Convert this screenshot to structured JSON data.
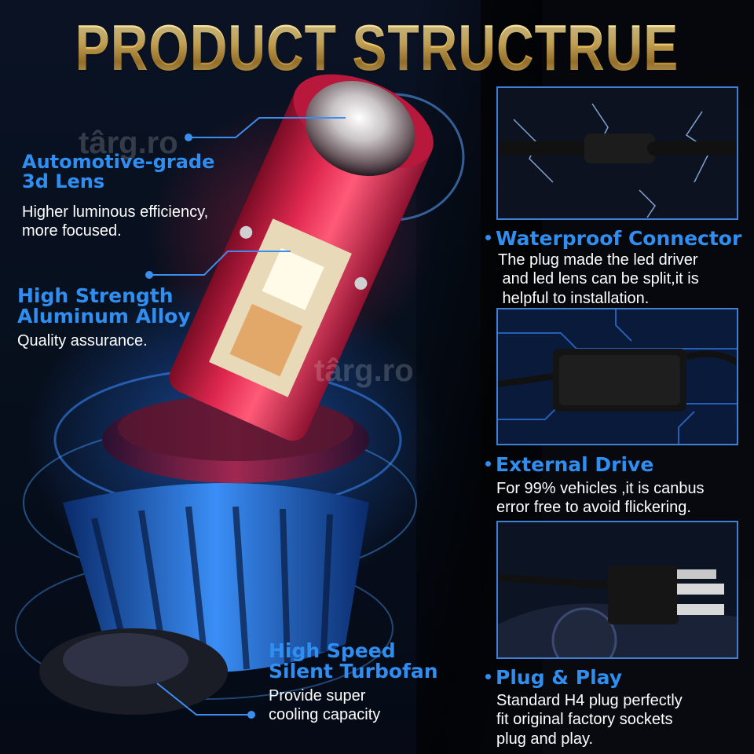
{
  "title": "PRODUCT STRUCTRUE",
  "watermark": "târg.ro",
  "features_left": [
    {
      "heading_line1": "Automotive-grade",
      "heading_line2": "3d Lens",
      "desc_line1": "Higher luminous efficiency,",
      "desc_line2": "more focused."
    },
    {
      "heading_line1": "High Strength",
      "heading_line2": "Aluminum Alloy",
      "desc_line1": "Quality assurance."
    },
    {
      "heading_line1": "High Speed",
      "heading_line2": "Silent Turbofan",
      "desc_line1": "Provide super",
      "desc_line2": "cooling capacity"
    }
  ],
  "features_right": [
    {
      "heading": "Waterproof Connector",
      "desc_line1": "The plug made the led driver",
      "desc_line2": " and led lens can be split,it is",
      "desc_line3": " helpful to installation."
    },
    {
      "heading": "External Drive",
      "desc_line1": "For 99% vehicles ,it is canbus",
      "desc_line2": "error free to avoid flickering."
    },
    {
      "heading": "Plug & Play",
      "desc_line1": "Standard H4 plug perfectly",
      "desc_line2": "fit original factory sockets",
      "desc_line3": "plug and play."
    }
  ],
  "colors": {
    "accent": "#2f8ef0",
    "title_gold": "#f0c868",
    "bulb_red": "#d81e48",
    "frame_blue": "#3f7fd6"
  }
}
